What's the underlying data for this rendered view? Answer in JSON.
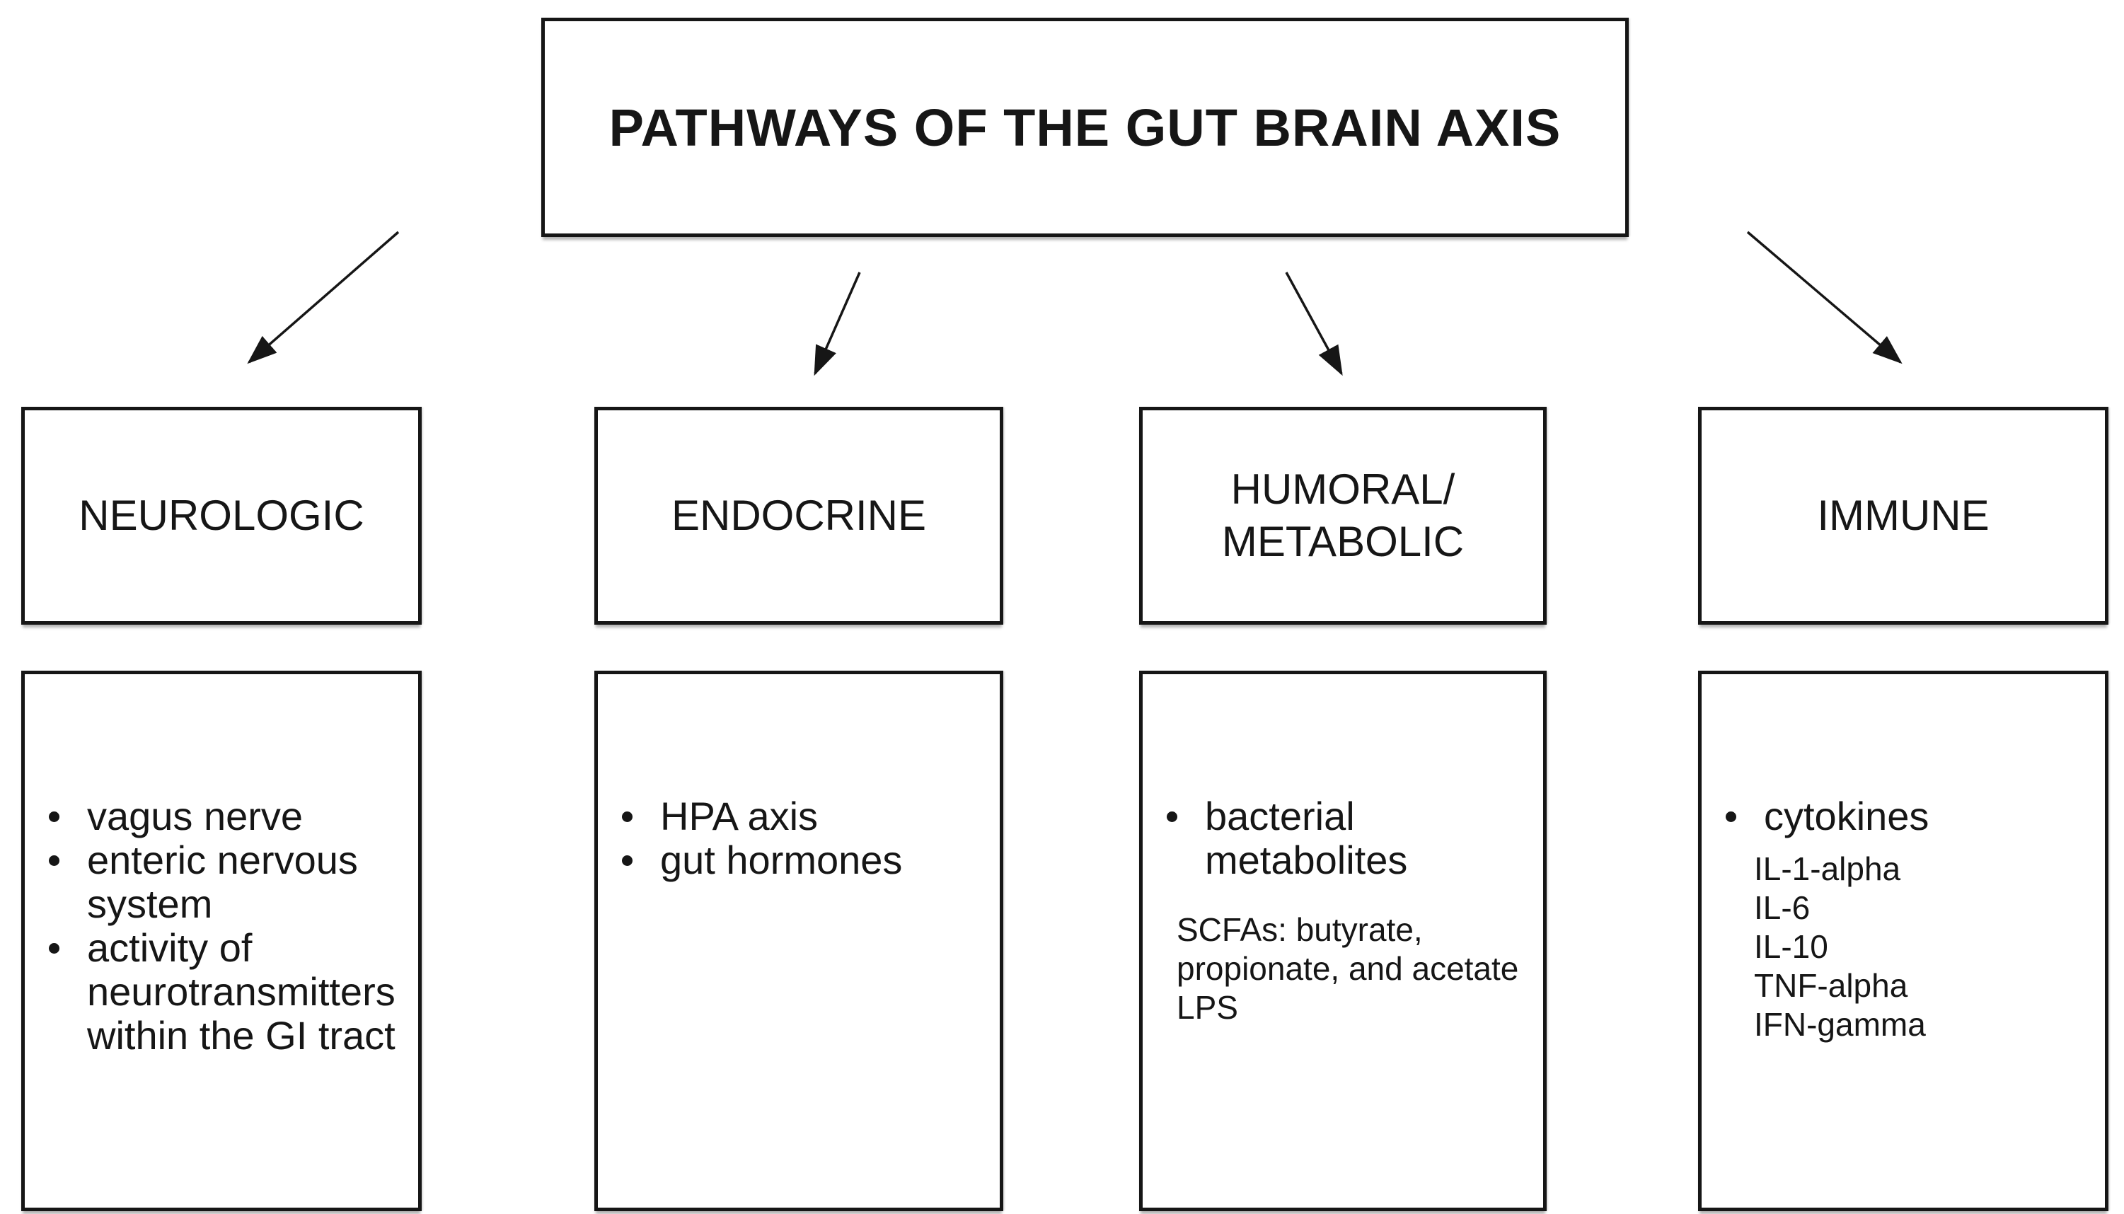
{
  "title": "PATHWAYS OF THE GUT BRAIN AXIS",
  "colors": {
    "background": "#ffffff",
    "box_border": "#161616",
    "text": "#161616",
    "arrow": "#161616"
  },
  "columns": [
    {
      "id": "neurologic",
      "header": "NEUROLOGIC",
      "bullets": [
        "vagus nerve",
        "enteric nervous\nsystem",
        "activity of\nneurotransmitters\nwithin the GI tract"
      ],
      "subnote": ""
    },
    {
      "id": "endocrine",
      "header": "ENDOCRINE",
      "bullets": [
        "HPA axis",
        "gut hormones"
      ],
      "subnote": ""
    },
    {
      "id": "humoral-metabolic",
      "header": "HUMORAL/\nMETABOLIC",
      "bullets": [
        "bacterial\nmetabolites"
      ],
      "subnote": "SCFAs: butyrate,\npropionate, and acetate\nLPS"
    },
    {
      "id": "immune",
      "header": "IMMUNE",
      "bullets": [
        "cytokines"
      ],
      "subnote": "IL-1-alpha\nIL-6\nIL-10\nTNF-alpha\nIFN-gamma"
    }
  ]
}
